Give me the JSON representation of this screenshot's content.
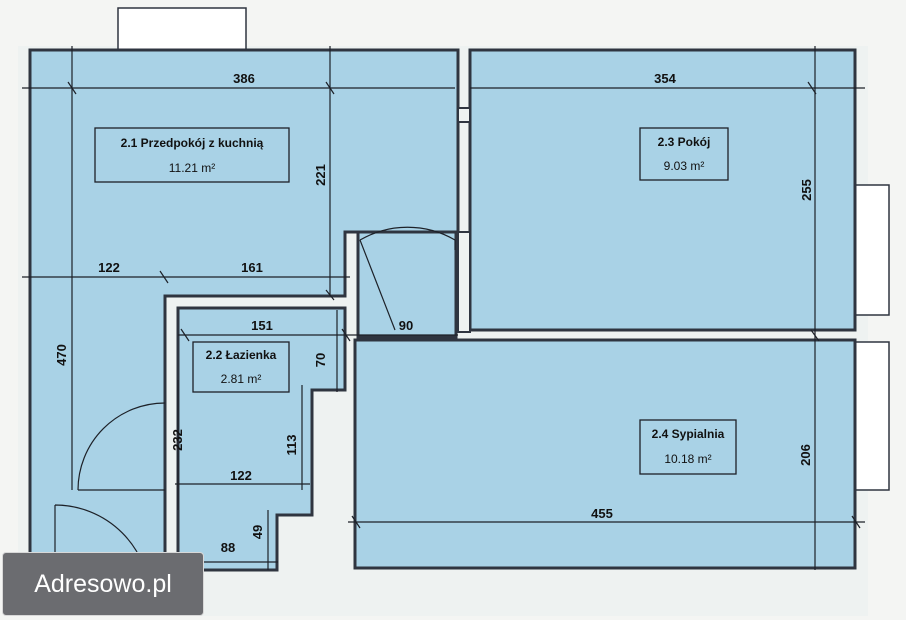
{
  "rooms": {
    "przedpokoj": {
      "name": "2.1 Przedpokój z kuchnią",
      "area": "11.21 m²"
    },
    "lazienka": {
      "name": "2.2 Łazienka",
      "area": "2.81 m²"
    },
    "pokoj": {
      "name": "2.3 Pokój",
      "area": "9.03 m²"
    },
    "sypialnia": {
      "name": "2.4 Sypialnia",
      "area": "10.18 m²"
    }
  },
  "dimensions": {
    "d386": "386",
    "d354": "354",
    "d221": "221",
    "d255": "255",
    "d122a": "122",
    "d161": "161",
    "d151": "151",
    "d90": "90",
    "d70": "70",
    "d470": "470",
    "d232": "232",
    "d113": "113",
    "d122b": "122",
    "d49": "49",
    "d88": "88",
    "d455": "455",
    "d206": "206"
  },
  "watermark": "Adresowo.pl",
  "colors": {
    "room_fill": "#a9d2e6",
    "wall": "#2f3540",
    "background": "#f4f5f3"
  }
}
